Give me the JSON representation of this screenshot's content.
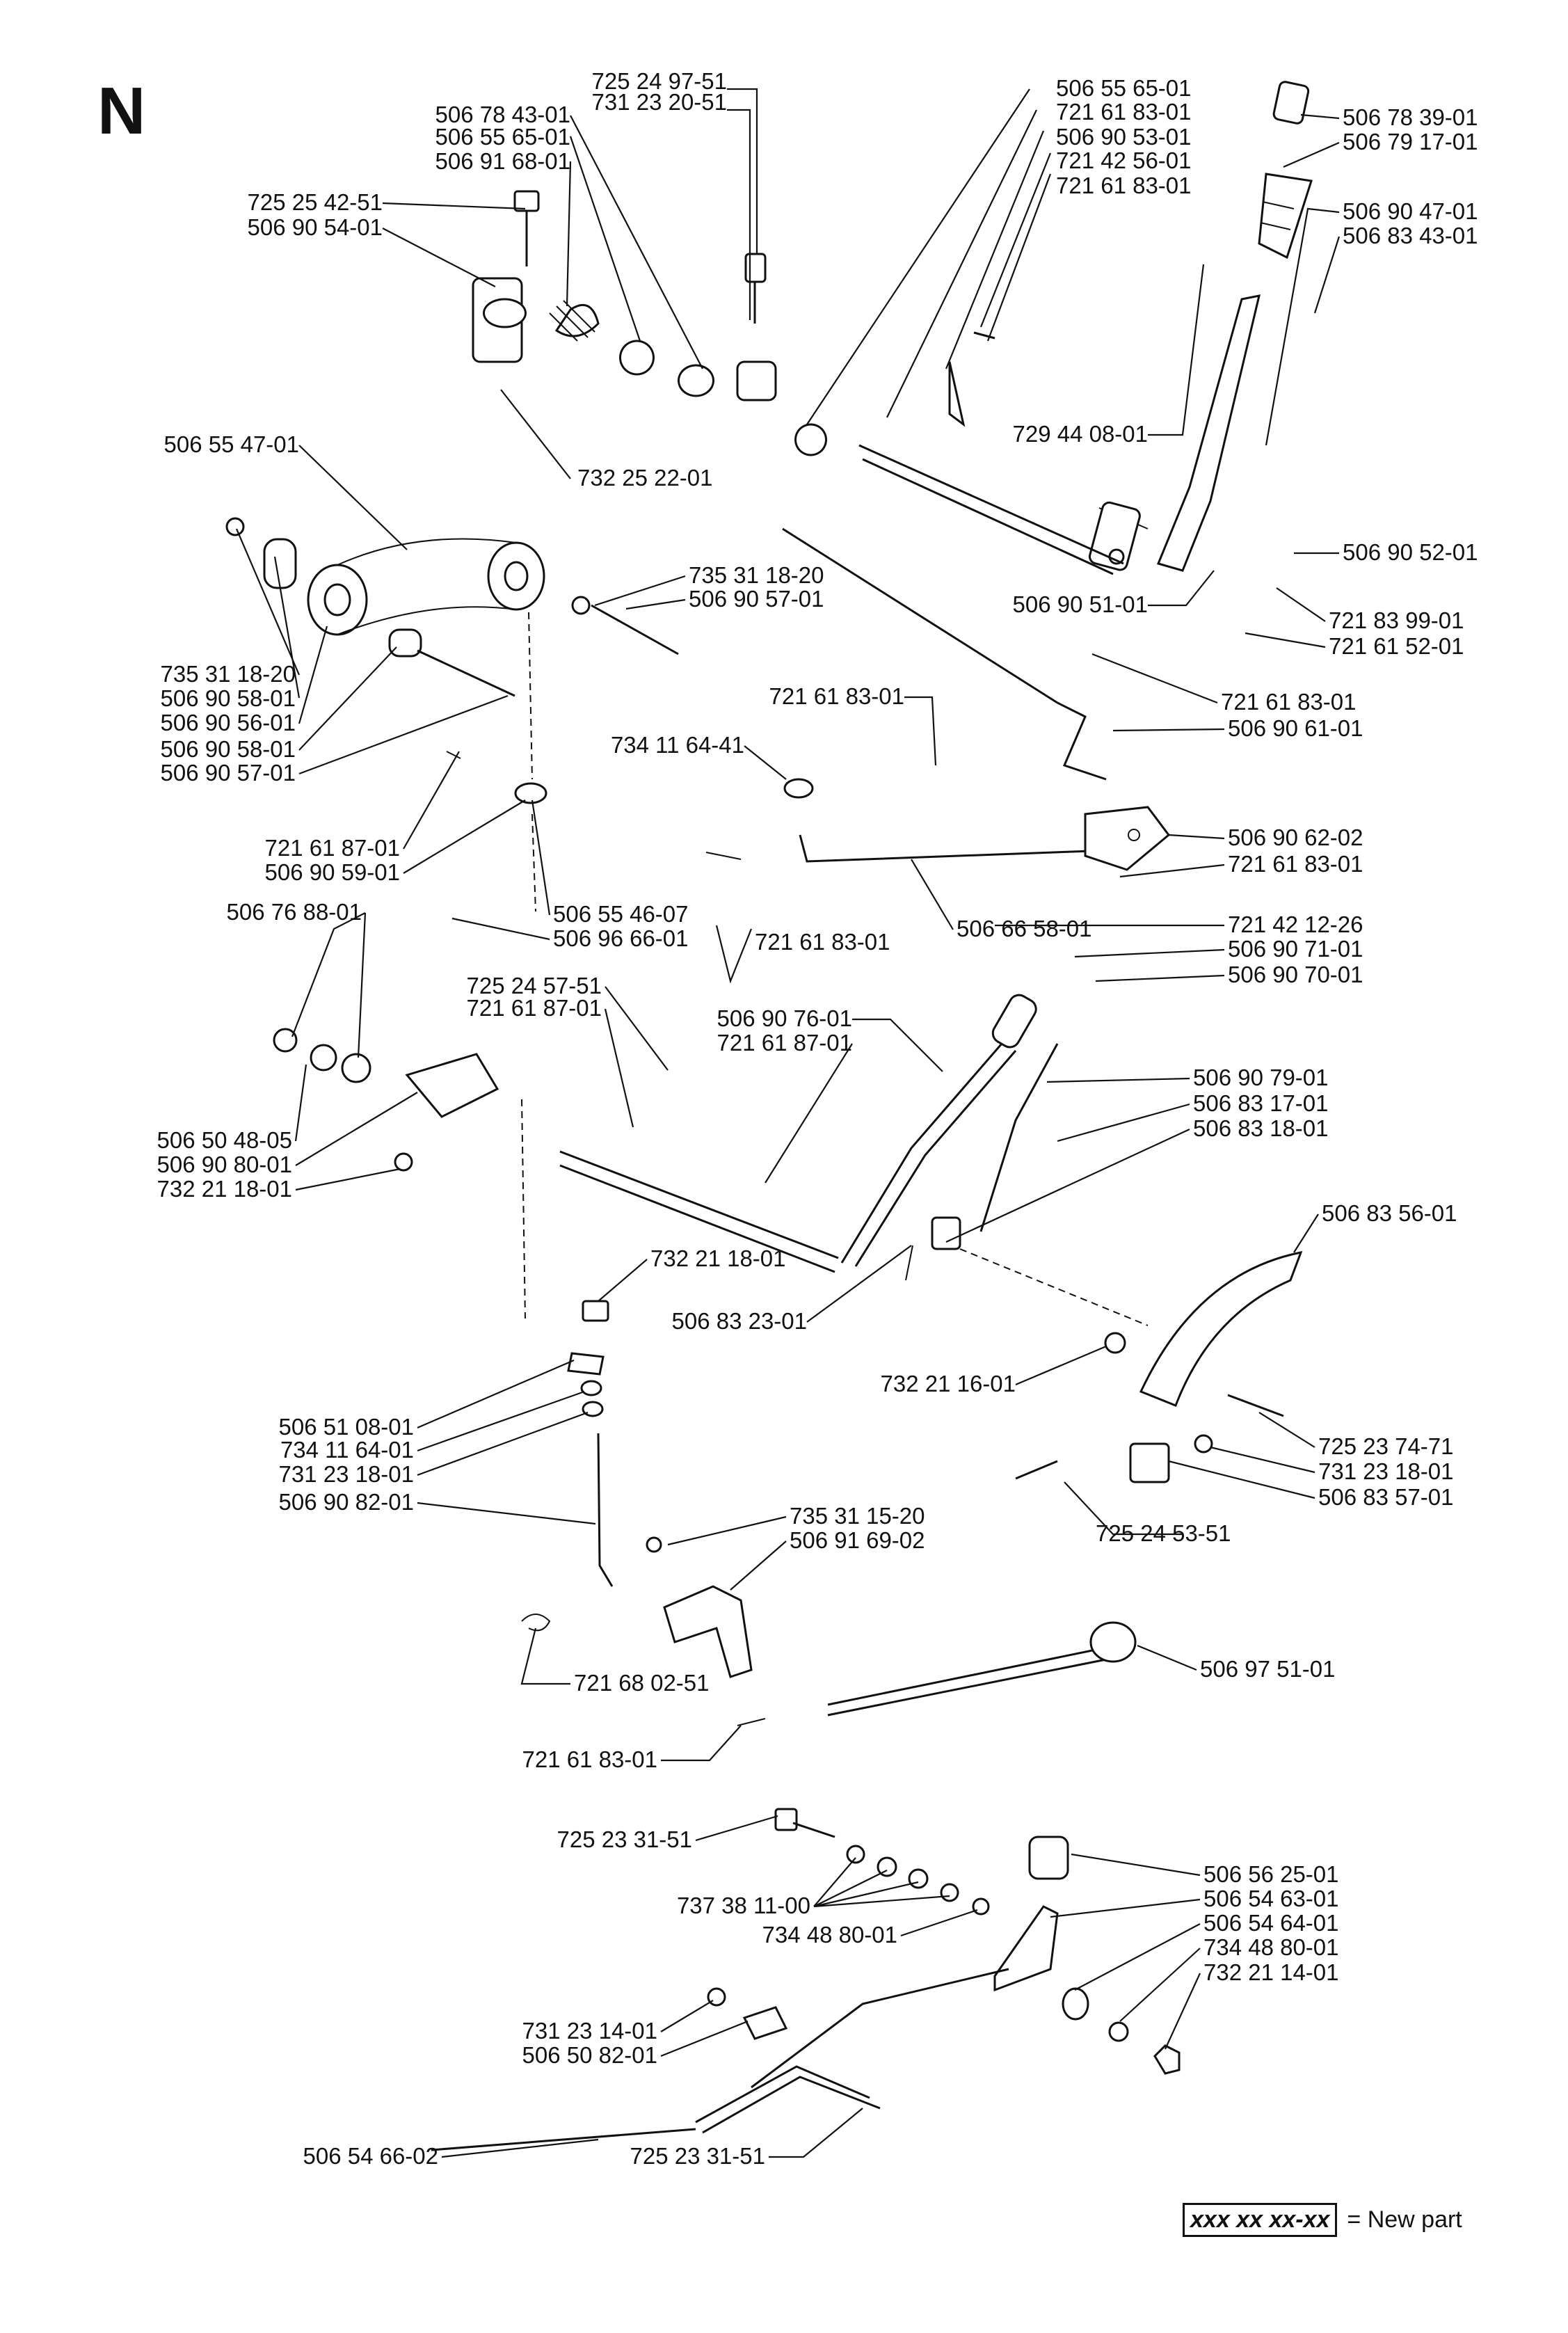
{
  "section_letter": "N",
  "legend": {
    "code": "xxx xx xx-xx",
    "label": "= New part"
  },
  "labels": [
    {
      "id": "l01",
      "text": "725 24 97-51"
    },
    {
      "id": "l02",
      "text": "731 23 20-51"
    },
    {
      "id": "l03",
      "text": "506 78 43-01"
    },
    {
      "id": "l04",
      "text": "506 55 65-01"
    },
    {
      "id": "l05",
      "text": "506 91 68-01"
    },
    {
      "id": "l06",
      "text": "725 25 42-51"
    },
    {
      "id": "l07",
      "text": "506 90 54-01"
    },
    {
      "id": "l08",
      "text": "506 55 65-01"
    },
    {
      "id": "l09",
      "text": "721 61 83-01"
    },
    {
      "id": "l10",
      "text": "506 90 53-01"
    },
    {
      "id": "l11",
      "text": "721 42 56-01"
    },
    {
      "id": "l12",
      "text": "721 61 83-01"
    },
    {
      "id": "l13",
      "text": "506 78 39-01"
    },
    {
      "id": "l14",
      "text": "506 79 17-01"
    },
    {
      "id": "l15",
      "text": "506 90 47-01"
    },
    {
      "id": "l16",
      "text": "506 83 43-01"
    },
    {
      "id": "l17",
      "text": "729 44 08-01"
    },
    {
      "id": "l18",
      "text": "506 55 47-01"
    },
    {
      "id": "l19",
      "text": "732 25 22-01"
    },
    {
      "id": "l20",
      "text": "506 90 52-01"
    },
    {
      "id": "l21",
      "text": "735 31 18-20"
    },
    {
      "id": "l22",
      "text": "506 90 57-01"
    },
    {
      "id": "l23",
      "text": "506 90 51-01"
    },
    {
      "id": "l24",
      "text": "721 83 99-01"
    },
    {
      "id": "l25",
      "text": "721 61 52-01"
    },
    {
      "id": "l26",
      "text": "735 31 18-20"
    },
    {
      "id": "l27",
      "text": "506 90 58-01"
    },
    {
      "id": "l28",
      "text": "506 90 56-01"
    },
    {
      "id": "l29",
      "text": "506 90 58-01"
    },
    {
      "id": "l30",
      "text": "506 90 57-01"
    },
    {
      "id": "l31",
      "text": "721 61 83-01"
    },
    {
      "id": "l32",
      "text": "721 61 83-01"
    },
    {
      "id": "l33",
      "text": "506 90 61-01"
    },
    {
      "id": "l34",
      "text": "734 11 64-41"
    },
    {
      "id": "l35",
      "text": "506 90 62-02"
    },
    {
      "id": "l36",
      "text": "721 61 83-01"
    },
    {
      "id": "l37",
      "text": "721 61 87-01"
    },
    {
      "id": "l38",
      "text": "506 90 59-01"
    },
    {
      "id": "l39",
      "text": "506 55 46-07"
    },
    {
      "id": "l40",
      "text": "506 96 66-01"
    },
    {
      "id": "l41",
      "text": "506 76 88-01"
    },
    {
      "id": "l42",
      "text": "721 61 83-01"
    },
    {
      "id": "l43",
      "text": "506 66 58-01"
    },
    {
      "id": "l44",
      "text": "721 42 12-26"
    },
    {
      "id": "l45",
      "text": "506 90 71-01"
    },
    {
      "id": "l46",
      "text": "506 90 70-01"
    },
    {
      "id": "l47",
      "text": "725 24 57-51"
    },
    {
      "id": "l48",
      "text": "721 61 87-01"
    },
    {
      "id": "l49",
      "text": "506 90 76-01"
    },
    {
      "id": "l50",
      "text": "721 61 87-01"
    },
    {
      "id": "l51",
      "text": "506 90 79-01"
    },
    {
      "id": "l52",
      "text": "506 83 17-01"
    },
    {
      "id": "l53",
      "text": "506 83 18-01"
    },
    {
      "id": "l54",
      "text": "506 50 48-05"
    },
    {
      "id": "l55",
      "text": "506 90 80-01"
    },
    {
      "id": "l56",
      "text": "732 21 18-01"
    },
    {
      "id": "l57",
      "text": "506 83 56-01"
    },
    {
      "id": "l58",
      "text": "732 21 18-01"
    },
    {
      "id": "l59",
      "text": "506 83 23-01"
    },
    {
      "id": "l60",
      "text": "732 21 16-01"
    },
    {
      "id": "l61",
      "text": "506 51 08-01"
    },
    {
      "id": "l62",
      "text": "734 11 64-01"
    },
    {
      "id": "l63",
      "text": "731 23 18-01"
    },
    {
      "id": "l64",
      "text": "506 90 82-01"
    },
    {
      "id": "l65",
      "text": "725 23 74-71"
    },
    {
      "id": "l66",
      "text": "731 23 18-01"
    },
    {
      "id": "l67",
      "text": "506 83 57-01"
    },
    {
      "id": "l68",
      "text": "725 24 53-51"
    },
    {
      "id": "l69",
      "text": "735 31 15-20"
    },
    {
      "id": "l70",
      "text": "506 91 69-02"
    },
    {
      "id": "l71",
      "text": "721 68 02-51"
    },
    {
      "id": "l72",
      "text": "506 97 51-01"
    },
    {
      "id": "l73",
      "text": "721 61 83-01"
    },
    {
      "id": "l74",
      "text": "725 23 31-51"
    },
    {
      "id": "l75",
      "text": "506 56 25-01"
    },
    {
      "id": "l76",
      "text": "506 54 63-01"
    },
    {
      "id": "l77",
      "text": "506 54 64-01"
    },
    {
      "id": "l78",
      "text": "737 38 11-00"
    },
    {
      "id": "l79",
      "text": "734 48 80-01"
    },
    {
      "id": "l80",
      "text": "734 48 80-01"
    },
    {
      "id": "l81",
      "text": "732 21 14-01"
    },
    {
      "id": "l82",
      "text": "731 23 14-01"
    },
    {
      "id": "l83",
      "text": "506 50 82-01"
    },
    {
      "id": "l84",
      "text": "506 54 66-02"
    },
    {
      "id": "l85",
      "text": "725 23 31-51"
    }
  ]
}
